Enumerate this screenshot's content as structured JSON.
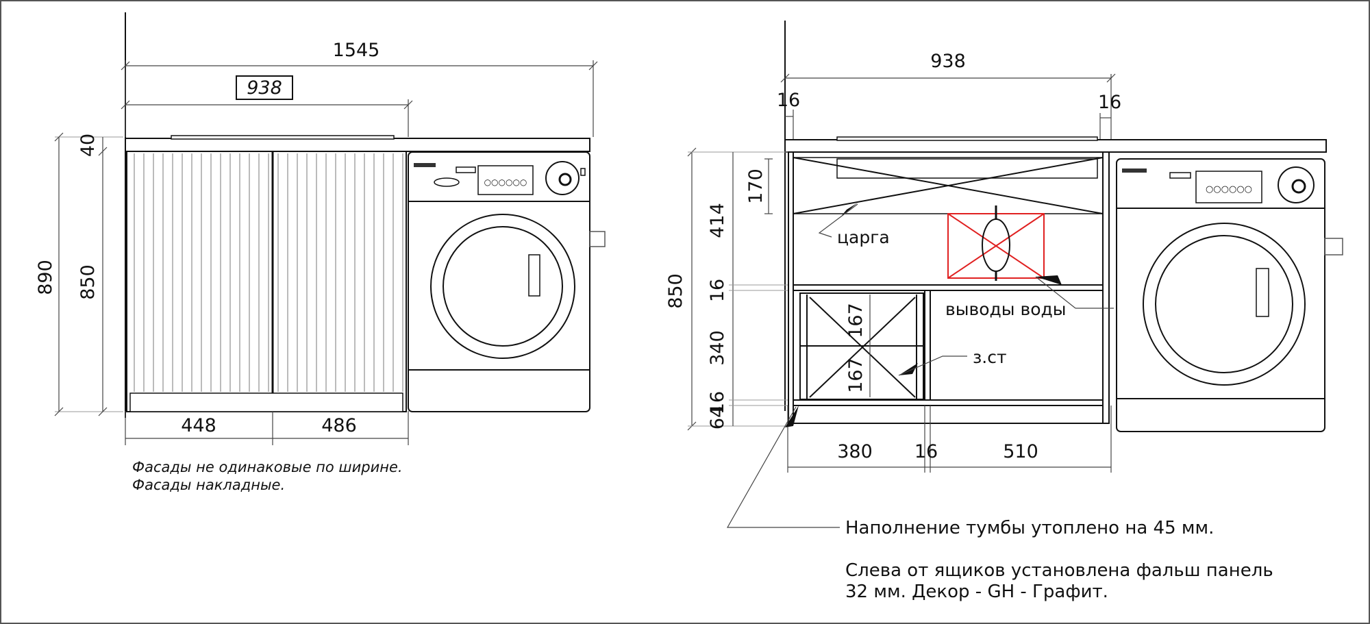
{
  "left_view": {
    "overall_width": "1545",
    "cabinet_width_box": "938",
    "countertop_thickness": "40",
    "total_height": "890",
    "cabinet_height": "850",
    "facade_left": "448",
    "facade_right": "486",
    "note_line1": "Фасады не одинаковые по ширине.",
    "note_line2": "Фасады накладные."
  },
  "right_view": {
    "cabinet_width": "938",
    "side_left": "16",
    "side_right": "16",
    "top_section": "414",
    "rail_height": "170",
    "cabinet_height": "850",
    "shelf_thickness": "16",
    "drawer_section": "340",
    "drawer_upper": "167",
    "drawer_lower": "167",
    "bottom_thickness": "16",
    "plinth": "64",
    "width_drawers": "380",
    "width_partition": "16",
    "width_open": "510",
    "label_rail": "царга",
    "label_water": "выводы воды",
    "label_back_wall": "з.ст",
    "note_line1": "Наполнение тумбы утоплено на 45 мм.",
    "note_line2": "Слева от ящиков установлена фальш панель",
    "note_line3": "32 мм. Декор - GH - Графит."
  },
  "washer": {
    "panel_dots": "○○○○○○"
  },
  "colors": {
    "ink": "#111111",
    "water_outlet": "#e02020",
    "frame": "#555555"
  }
}
